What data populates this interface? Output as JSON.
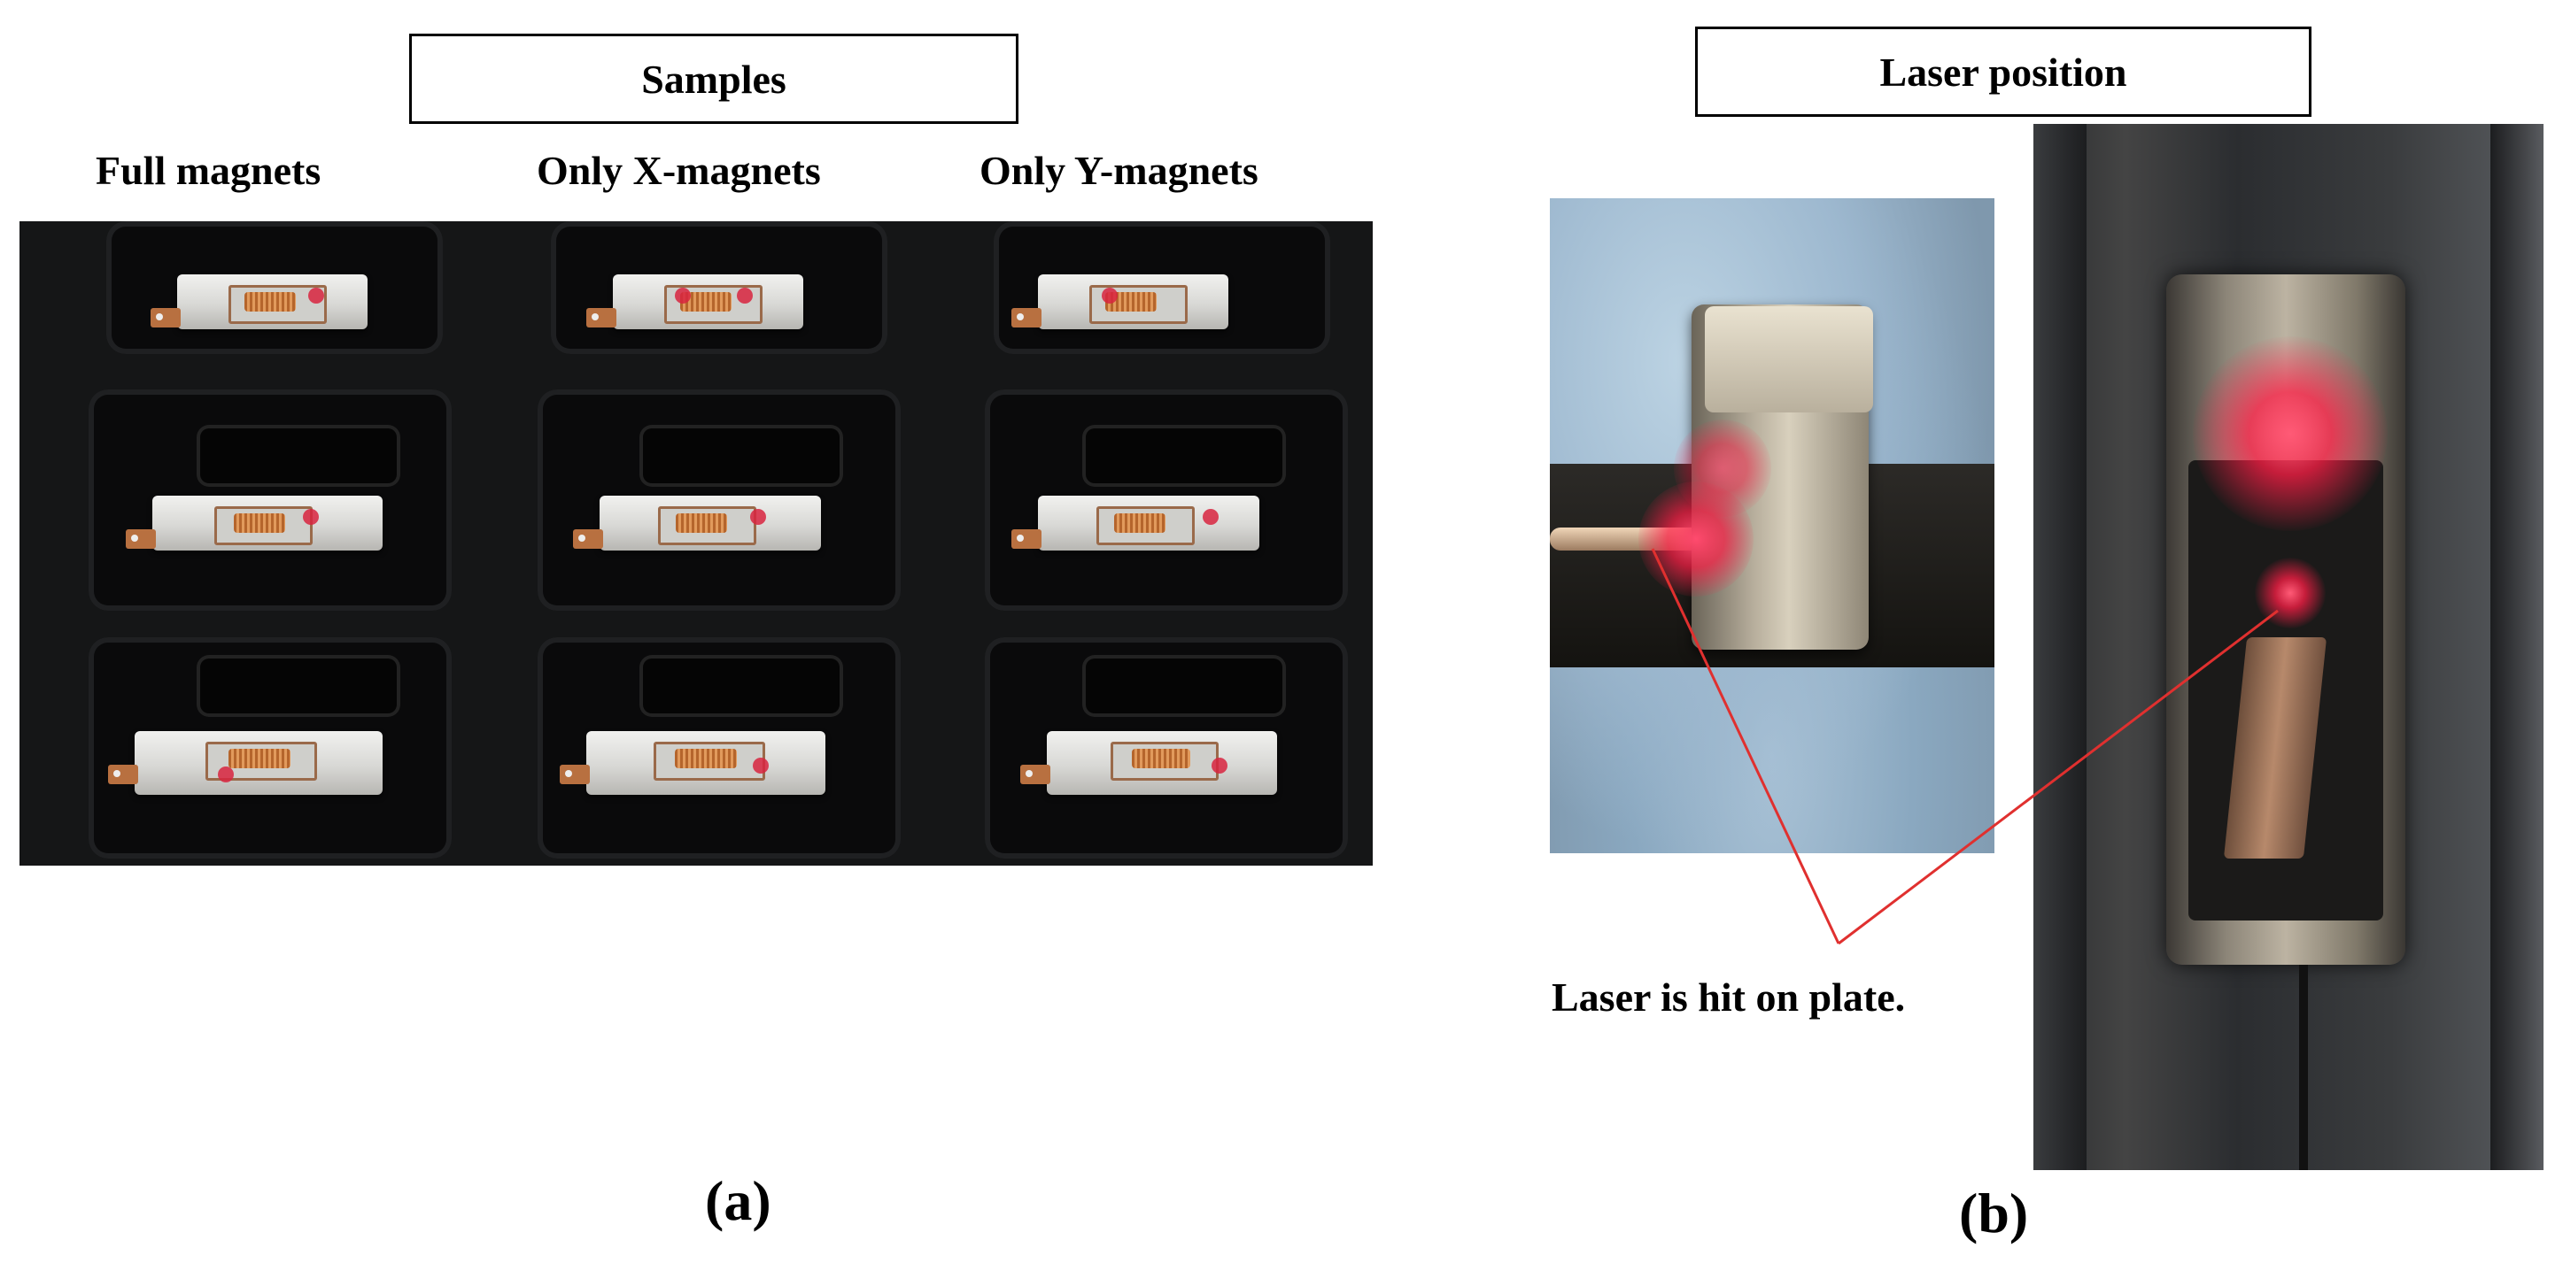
{
  "panel_a": {
    "title": "Samples",
    "columns": [
      "Full magnets",
      "Only X-magnets",
      "Only Y-magnets"
    ],
    "caption": "(a)"
  },
  "panel_b": {
    "title": "Laser position",
    "annotation": "Laser is hit on plate.",
    "caption": "(b)"
  },
  "colors": {
    "laser": "#ff1a3c",
    "pointer_line": "#e0302f",
    "tray": "#151617"
  }
}
